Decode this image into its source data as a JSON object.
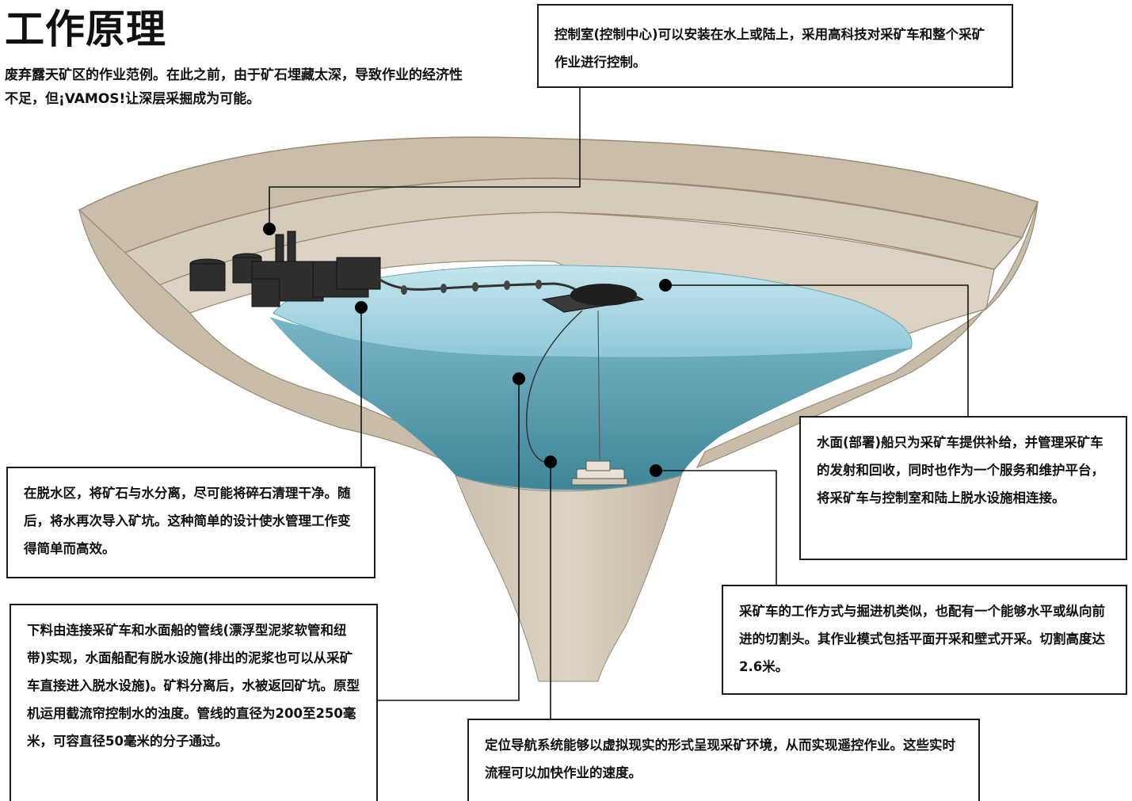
{
  "title": "工作原理",
  "intro": "废弃露天矿区的作业范例。在此之前，由于矿石埋藏太深，导致作业的经济性不足，但¡VAMOS!让深层采掘成为可能。",
  "callouts": {
    "control": "控制室(控制中心)可以安装在水上或陆上，采用高科技对采矿车和整个采矿作业进行控制。",
    "dewater": "在脱水区，将矿石与水分离，尽可能将碎石清理干净。随后，将水再次导入矿坑。这种简单的设计使水管理工作变得简单而高效。",
    "pipe": "下料由连接采矿车和水面船的管线(漂浮型泥浆软管和纽带)实现，水面船配有脱水设施(排出的泥浆也可以从采矿车直接进入脱水设施)。矿料分离后，水被返回矿坑。原型机运用截流帘控制水的浊度。管线的直径为200至250毫米，可容直径50毫米的分子通过。",
    "vessel": "水面(部署)船只为采矿车提供补给，并管理采矿车的发射和回收，同时也作为一个服务和维护平台，将采矿车与控制室和陆上脱水设施相连接。",
    "miner": "采矿车的工作方式与掘进机类似，也配有一个能够水平或纵向前进的切割头。其作业模式包括平面开采和壁式开采。切割高度达2.6米。",
    "nav": "定位导航系统能够以虚拟现实的形式呈现采矿环境，从而实现遥控作业。这些实时流程可以加快作业的速度。"
  },
  "colors": {
    "rock": "#cfc3b2",
    "rock_dark": "#b9ab98",
    "water_surface": "#a9d6e2",
    "water_deep": "#4f97a9",
    "facility": "#2e2e2e",
    "line": "#111111"
  }
}
